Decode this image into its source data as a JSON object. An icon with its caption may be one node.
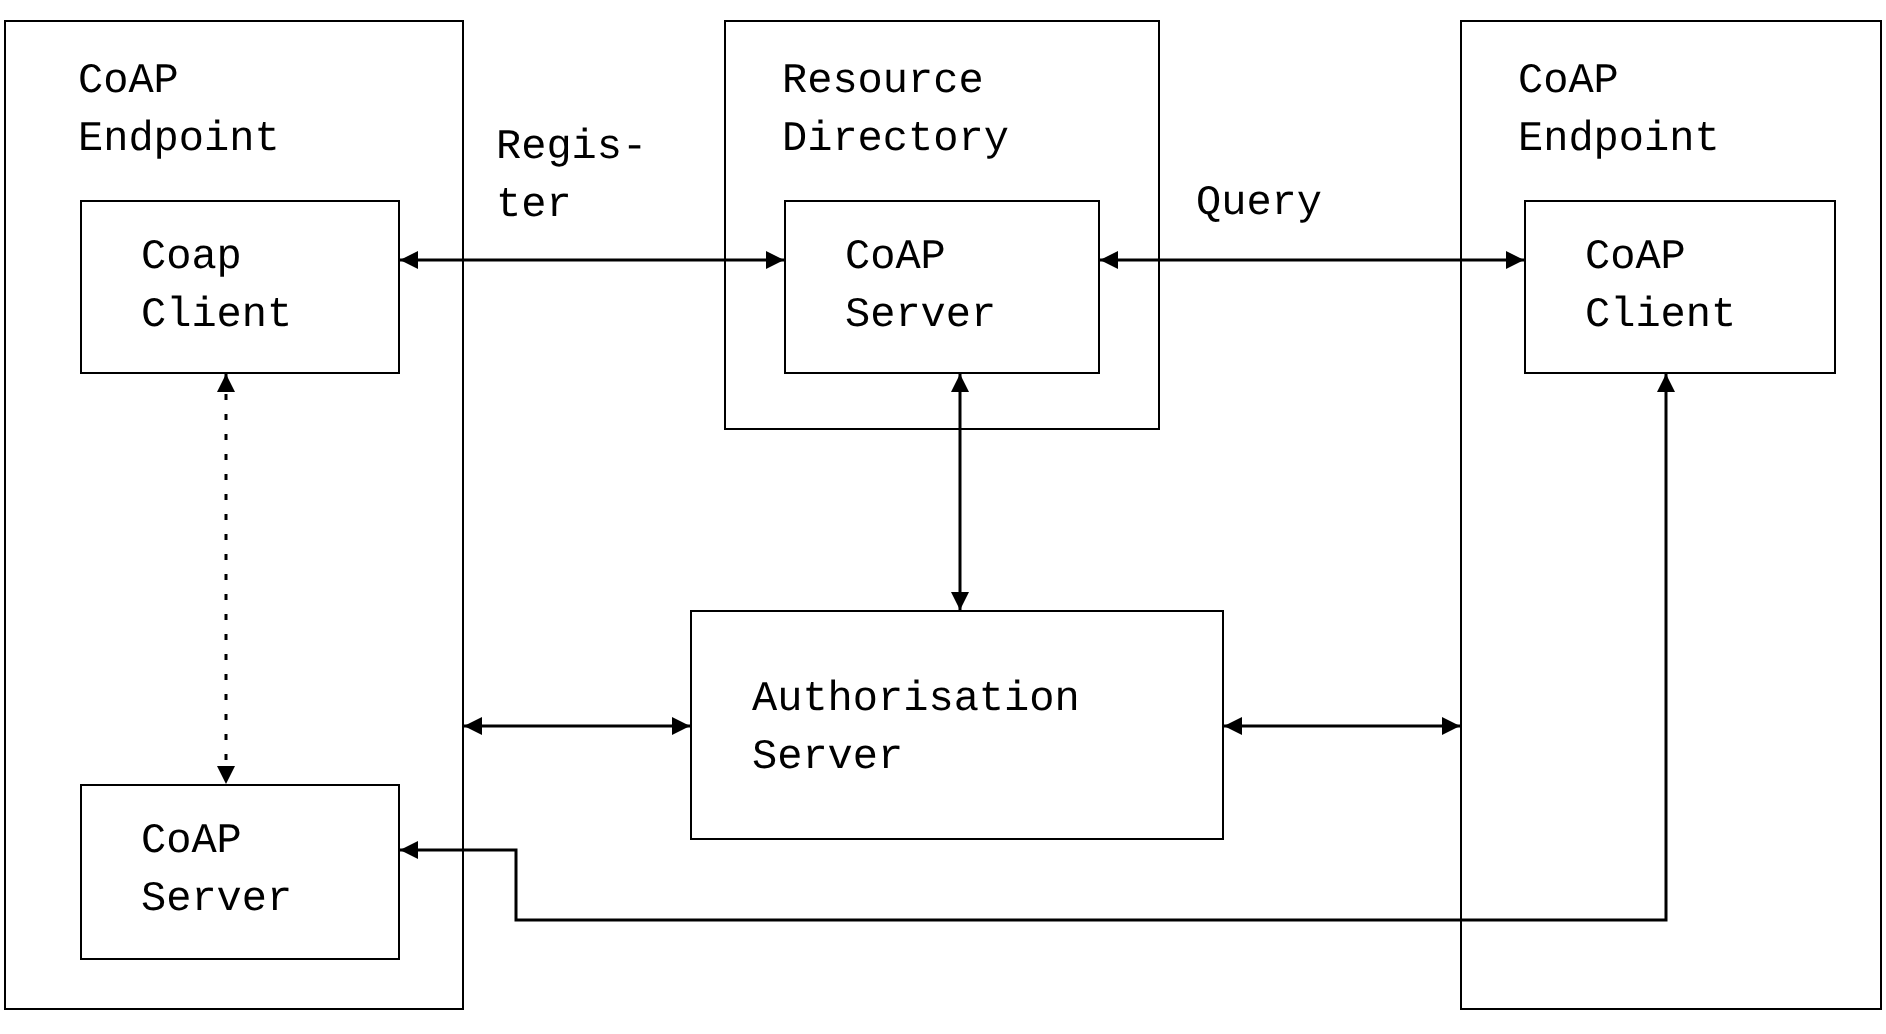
{
  "diagram": {
    "nodes": [
      {
        "text": [
          "CoAP Endpoint"
        ]
      },
      {
        "text": [
          "Coap Client"
        ],
        "in": 0
      },
      {
        "text": [
          "CoAP Server"
        ],
        "in": 0
      },
      {
        "text": [
          "Resource Directory"
        ]
      },
      {
        "text": [
          "CoAP Server"
        ],
        "in": 3
      },
      {
        "text": [
          "CoAP Endpoint"
        ]
      },
      {
        "text": [
          "CoAP Client"
        ],
        "in": 5
      },
      {
        "text": [
          "Authorisation Server"
        ]
      }
    ],
    "edges": [
      {
        "from": 1,
        "to": 4,
        "arrow": "both",
        "label": "Regis- ter"
      },
      {
        "from": 4,
        "to": 6,
        "arrow": "both",
        "label": "Query"
      },
      {
        "from": 1,
        "to": 2,
        "arrow": "both",
        "style": "dashed"
      },
      {
        "from": 4,
        "to": 7,
        "arrow": "both"
      },
      {
        "from": 0,
        "to": 7,
        "arrow": "both"
      },
      {
        "from": 7,
        "to": 5,
        "arrow": "both"
      },
      {
        "from": 6,
        "to": 2,
        "arrow": "both"
      }
    ]
  }
}
